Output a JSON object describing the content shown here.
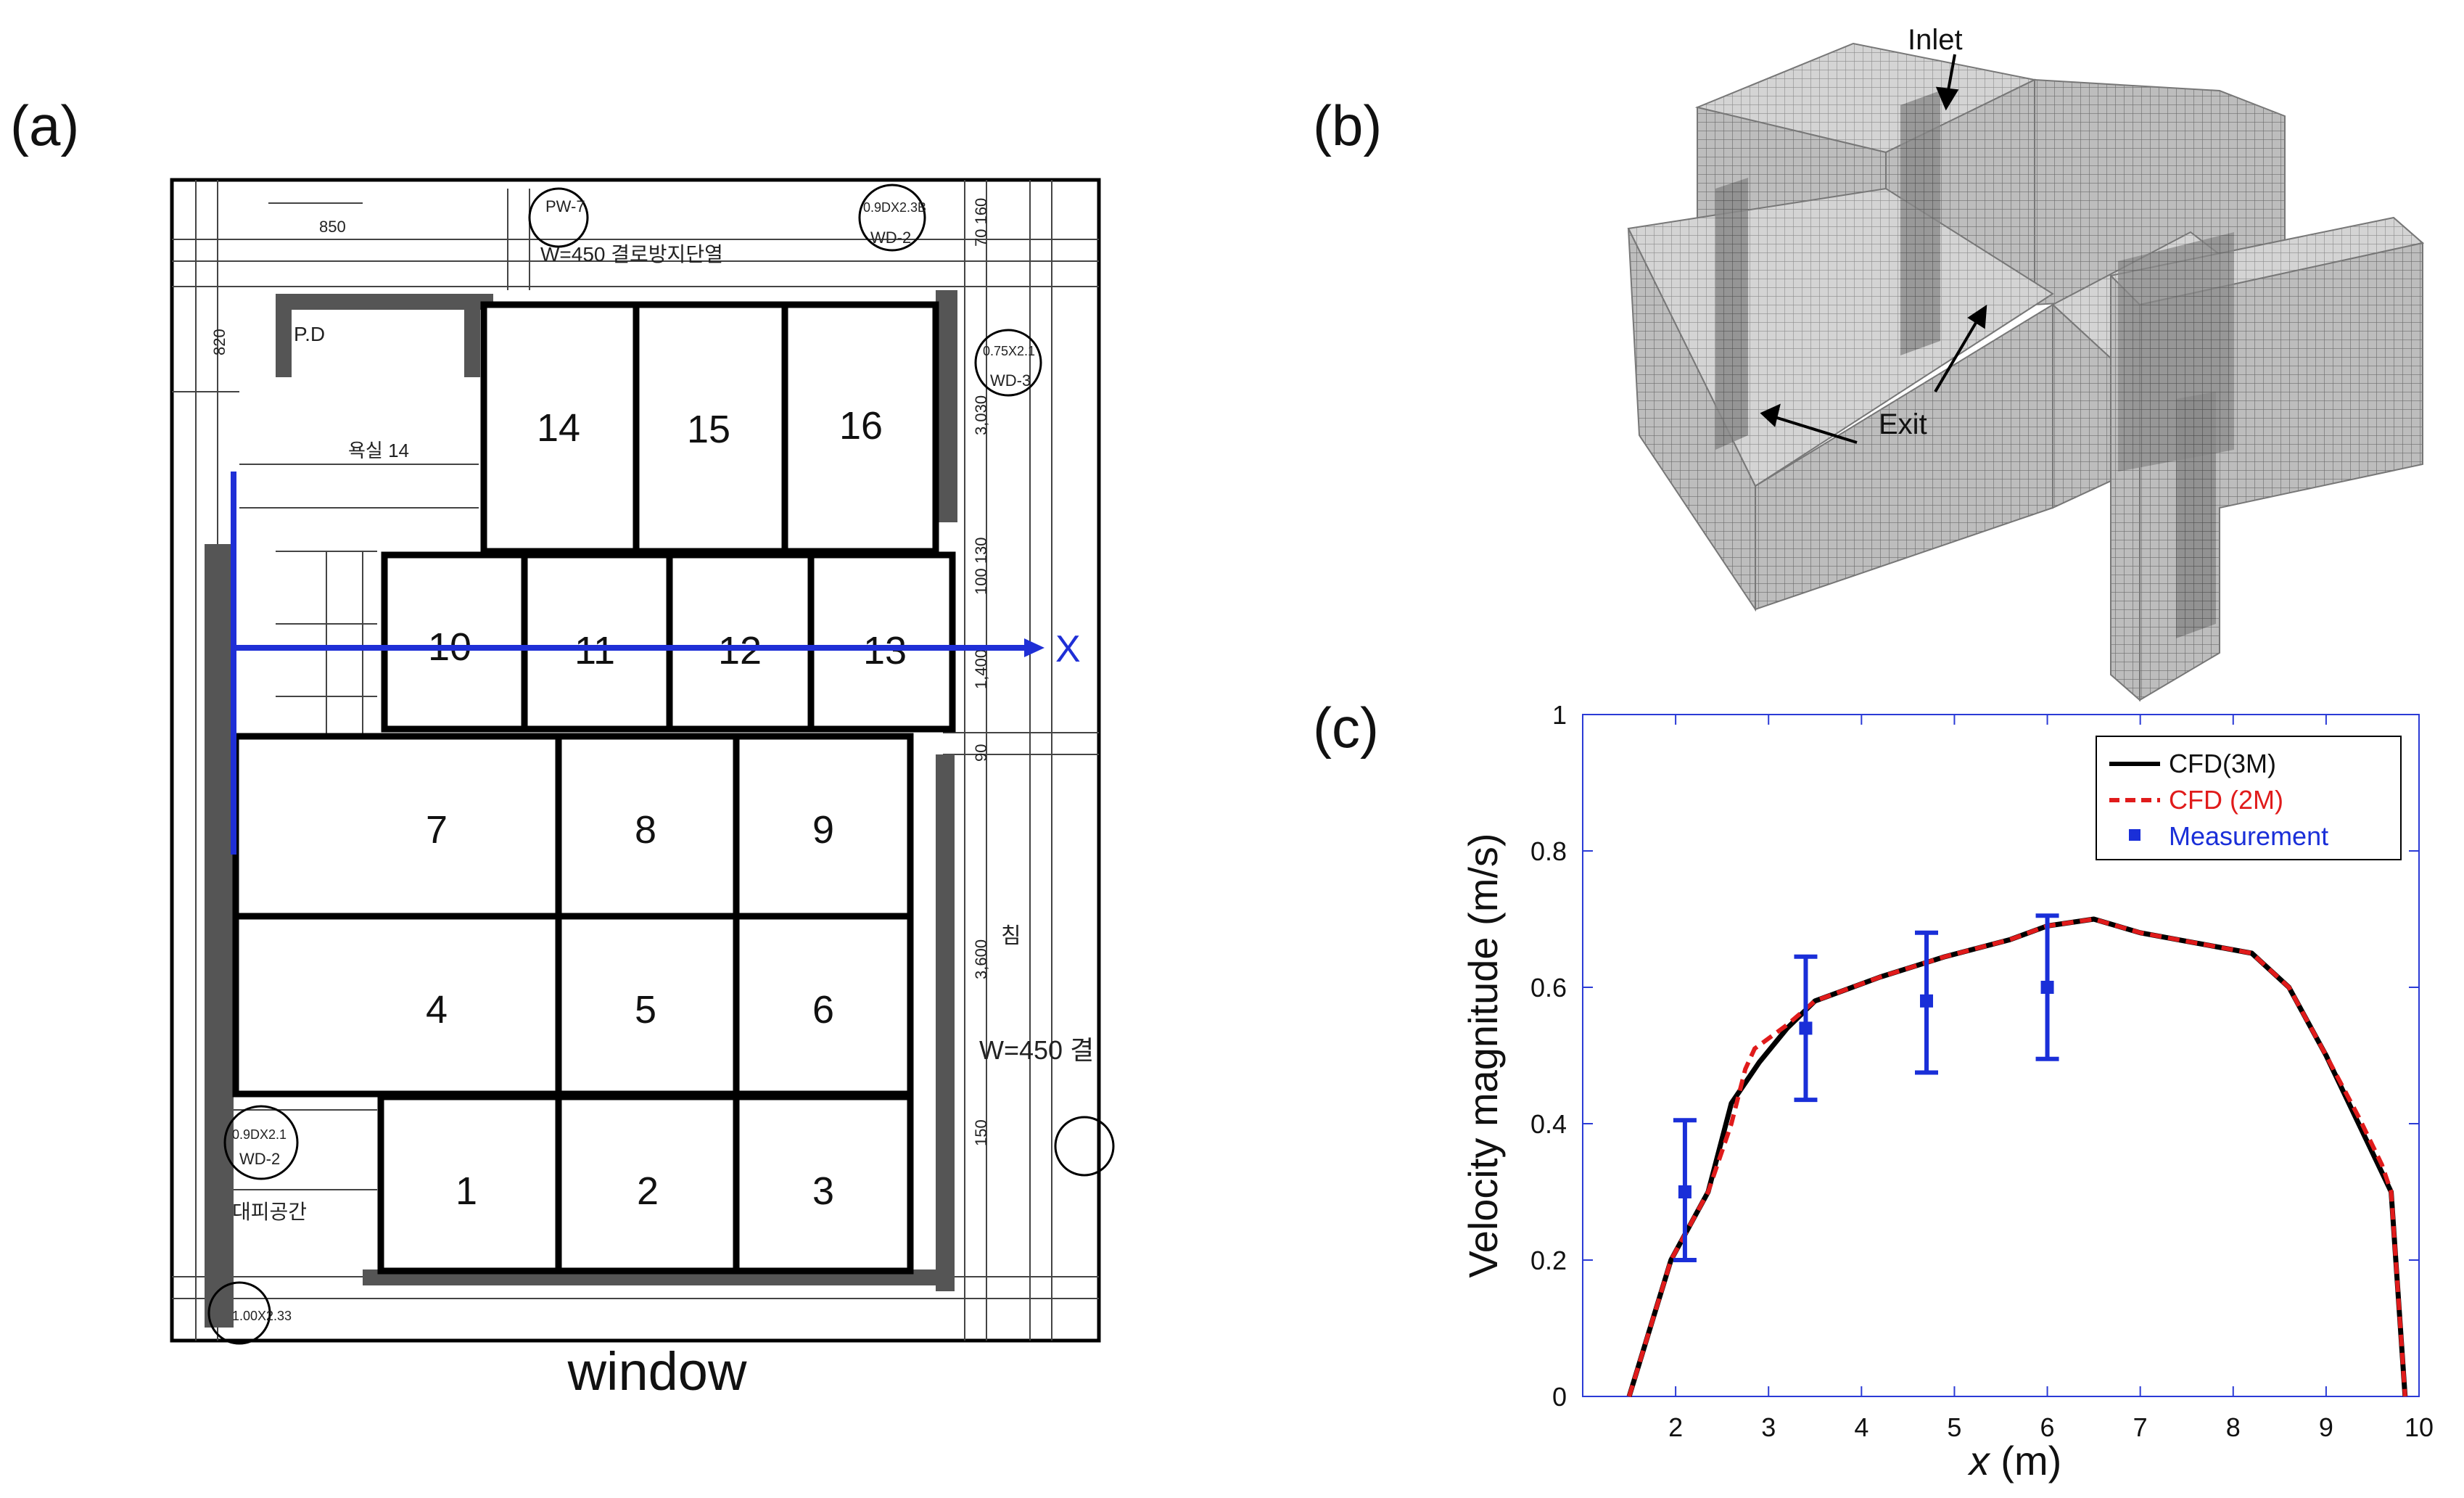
{
  "panels": {
    "a": {
      "label": "(a)",
      "caption": "window",
      "axis_label": "X",
      "plan_text": {
        "pd": "P.D",
        "dim_850": "850",
        "pw7": "PW-7",
        "w450_top": "W=450 결로방지단열",
        "wd2_top": "WD-2",
        "wd2_top_size": "0.9DX2.3B",
        "wd3": "WD-3",
        "wd3_size": "0.75X2.1",
        "dim_3030": "3,030",
        "dim_3600": "3,600",
        "w450_right": "W=450 결",
        "room_14": "욕실 14",
        "dim_70_160": "70 160",
        "dim_100_130": "100 130",
        "dim_1400": "1,400",
        "dim_90": "90",
        "dim_150": "150",
        "wd_bottom": "0.9DX2.1",
        "wd2_bottom": "WD-2",
        "bottom_room": "대피공간",
        "dim_bottom": "1.00X2.33",
        "dim_820": "820",
        "korean_right": "침"
      },
      "zones": [
        {
          "id": "zone-14",
          "label": "14"
        },
        {
          "id": "zone-15",
          "label": "15"
        },
        {
          "id": "zone-16",
          "label": "16"
        },
        {
          "id": "zone-10",
          "label": "10"
        },
        {
          "id": "zone-11",
          "label": "11"
        },
        {
          "id": "zone-12",
          "label": "12"
        },
        {
          "id": "zone-13",
          "label": "13"
        },
        {
          "id": "zone-7",
          "label": "7"
        },
        {
          "id": "zone-8",
          "label": "8"
        },
        {
          "id": "zone-9",
          "label": "9"
        },
        {
          "id": "zone-4",
          "label": "4"
        },
        {
          "id": "zone-5",
          "label": "5"
        },
        {
          "id": "zone-6",
          "label": "6"
        },
        {
          "id": "zone-1",
          "label": "1"
        },
        {
          "id": "zone-2",
          "label": "2"
        },
        {
          "id": "zone-3",
          "label": "3"
        }
      ]
    },
    "b": {
      "label": "(b)",
      "inlet": "Inlet",
      "exit": "Exit"
    },
    "c": {
      "label": "(c)"
    }
  },
  "colors": {
    "axis_line": "#2b3bd6",
    "cfd3m": "#000000",
    "cfd2m": "#e01b1b",
    "measurement": "#1a2fd8",
    "plan_line": "#000000"
  },
  "chart_data": {
    "type": "line",
    "xlabel_italic": "x",
    "xlabel_unit": "(m)",
    "ylabel": "Velocity magnitude (m/s)",
    "xlim": [
      1,
      10
    ],
    "ylim": [
      0,
      1
    ],
    "xticks": [
      2,
      3,
      4,
      5,
      6,
      7,
      8,
      9,
      10
    ],
    "yticks": [
      0,
      0.2,
      0.4,
      0.6,
      0.8,
      1
    ],
    "ytick_labels": [
      "0",
      "0.2",
      "0.4",
      "0.6",
      "0.8",
      "1"
    ],
    "legend_position": "top-right",
    "series": [
      {
        "name": "CFD(3M)",
        "style": "solid",
        "x": [
          1.5,
          1.95,
          2.35,
          2.6,
          2.9,
          3.2,
          3.5,
          4.2,
          4.9,
          5.6,
          6.0,
          6.5,
          7.0,
          7.6,
          8.2,
          8.6,
          9.0,
          9.35,
          9.7,
          9.85
        ],
        "y": [
          0.0,
          0.2,
          0.3,
          0.43,
          0.49,
          0.54,
          0.58,
          0.615,
          0.645,
          0.67,
          0.69,
          0.7,
          0.68,
          0.665,
          0.65,
          0.6,
          0.5,
          0.4,
          0.3,
          0.0
        ]
      },
      {
        "name": "CFD (2M)",
        "style": "dashed",
        "x": [
          1.5,
          1.95,
          2.35,
          2.6,
          2.75,
          2.85,
          3.2,
          3.5,
          4.2,
          4.9,
          5.6,
          6.0,
          6.5,
          7.0,
          7.6,
          8.2,
          8.6,
          9.0,
          9.35,
          9.6,
          9.7,
          9.85
        ],
        "y": [
          0.0,
          0.2,
          0.3,
          0.4,
          0.48,
          0.51,
          0.545,
          0.58,
          0.615,
          0.645,
          0.67,
          0.69,
          0.7,
          0.68,
          0.665,
          0.65,
          0.6,
          0.5,
          0.41,
          0.34,
          0.3,
          0.0
        ]
      },
      {
        "name": "Measurement",
        "style": "marker",
        "x": [
          2.1,
          3.4,
          4.7,
          6.0
        ],
        "y": [
          0.3,
          0.54,
          0.58,
          0.6
        ],
        "err_low": [
          0.2,
          0.435,
          0.475,
          0.495
        ],
        "err_high": [
          0.405,
          0.645,
          0.68,
          0.705
        ]
      }
    ]
  }
}
